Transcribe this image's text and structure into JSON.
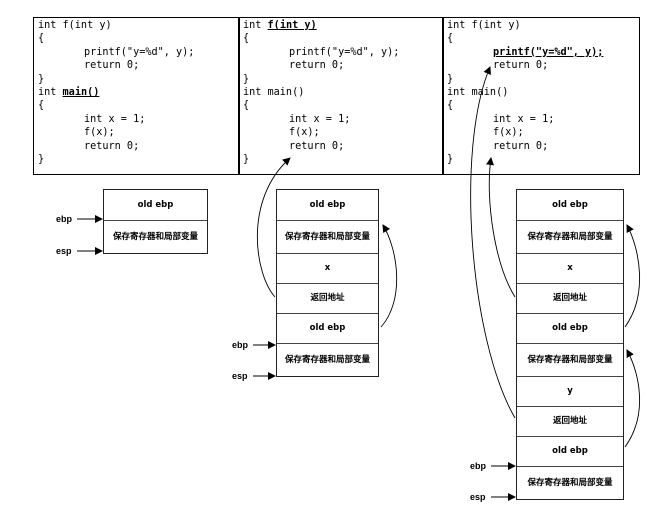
{
  "panels": [
    {
      "lines": [
        "int f(int y)",
        "{",
        "printf(\"y=%d\", y);",
        "return 0;",
        "}",
        "int main()",
        "{",
        "int x = 1;",
        "f(x);",
        "return 0;",
        "}"
      ],
      "emph": {
        "5": [
          4,
          10
        ]
      }
    },
    {
      "lines": [
        "int f(int y)",
        "{",
        "printf(\"y=%d\", y);",
        "return 0;",
        "}",
        "int main()",
        "{",
        "int x = 1;",
        "f(x);",
        "return 0;",
        "}"
      ],
      "emph": {
        "0": [
          4,
          12
        ]
      }
    },
    {
      "lines": [
        "int f(int y)",
        "{",
        "printf(\"y=%d\", y);",
        "return 0;",
        "}",
        "int main()",
        "{",
        "int x = 1;",
        "f(x);",
        "return 0;",
        "}"
      ],
      "emph": {
        "2": [
          0,
          19
        ]
      }
    }
  ],
  "stacks": [
    {
      "cells": [
        "old ebp",
        "保存寄存器和局部\n变量"
      ]
    },
    {
      "cells": [
        "old ebp",
        "保存寄存器和局部\n变量",
        "x",
        "返回地址",
        "old ebp",
        "保存寄存器和局部\n变量"
      ]
    },
    {
      "cells": [
        "old ebp",
        "保存寄存器和局部\n变量",
        "x",
        "返回地址",
        "old ebp",
        "保存寄存器和局部\n变量",
        "y",
        "返回地址",
        "old ebp",
        "保存寄存器和局部\n变量"
      ]
    }
  ],
  "registers": {
    "ebp": "ebp",
    "esp": "esp"
  }
}
